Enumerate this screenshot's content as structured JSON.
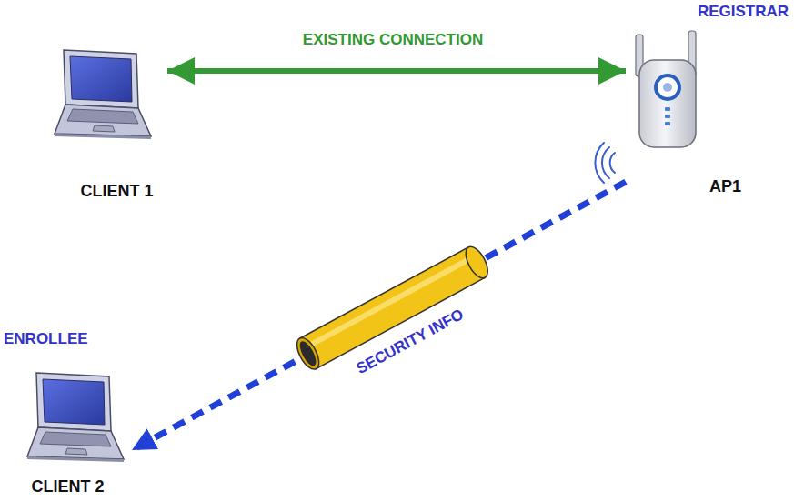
{
  "diagram": {
    "nodes": [
      {
        "text": [
          "CLIENT 1"
        ]
      },
      {
        "text": [
          "REGISTRAR",
          "AP1"
        ]
      },
      {
        "text": [
          "ENROLLEE",
          "CLIENT 2"
        ]
      }
    ],
    "edges": [
      {
        "from": 0,
        "to": 1,
        "arrow": "both",
        "label": "EXISTING CONNECTION"
      },
      {
        "from": 1,
        "to": 2,
        "arrow": "to",
        "label": "SECURITY INFO"
      }
    ]
  }
}
